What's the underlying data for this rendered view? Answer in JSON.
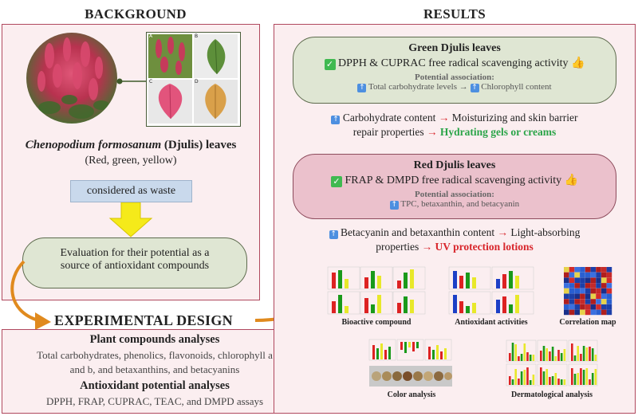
{
  "background": {
    "header": "BACKGROUND",
    "species_italic": "Chenopodium formosanum",
    "species_rest": " (Djulis) leaves",
    "colors_line": "(Red, green, yellow)",
    "waste_label": "considered as waste",
    "evaluation_line1": "Evaluation for their potential as a",
    "evaluation_line2": "source of antioxidant compounds",
    "photo_labels": [
      "A",
      "B",
      "C",
      "D"
    ]
  },
  "experimental": {
    "header": "EXPERIMENTAL DESIGN",
    "plant_title": "Plant compounds analyses",
    "plant_line1": "Total carbohydrates, phenolics, flavonoids, chlorophyll a",
    "plant_line2": "and b, and betaxanthins, and betacyanins",
    "antiox_title": "Antioxidant potential analyses",
    "antiox_line": "DPPH, FRAP, CUPRAC, TEAC, and DMPD assays"
  },
  "results": {
    "header": "RESULTS",
    "green": {
      "title": "Green Djulis leaves",
      "main": "DPPH & CUPRAC free radical scavenging activity",
      "assoc_title": "Potential association:",
      "assoc_a": "Total carbohydrate levels →",
      "assoc_b": "Chlorophyll content"
    },
    "green_outcome": {
      "line1": "Carbohydrate content",
      "arrow1": "→",
      "line1b": "Moisturizing and skin barrier",
      "line2": "repair properties",
      "arrow2": "→",
      "product": "Hydrating gels or creams"
    },
    "red": {
      "title": "Red Djulis leaves",
      "main": "FRAP & DMPD free radical scavenging activity",
      "assoc_title": "Potential association:",
      "assoc_a": "TPC, betaxanthin, and betacyanin"
    },
    "red_outcome": {
      "line1": "Betacyanin and betaxanthin content",
      "arrow1": "→",
      "line1b": "Light-absorbing",
      "line2": "properties",
      "arrow2": "→",
      "product": "UV protection lotions"
    },
    "thumbnails": [
      "Bioactive compound",
      "Antioxidant activities",
      "Correlation map",
      "Color analysis",
      "Dermatological analysis"
    ]
  },
  "colors": {
    "panel_border": "#b0485e",
    "panel_fill": "#fbeef0",
    "green_pill": "#dfe6d3",
    "red_pill": "#ebc1cc",
    "arrow_orange": "#e08a1e",
    "waste_box": "#c9d9ec",
    "down_arrow": "#f5ea1a"
  }
}
